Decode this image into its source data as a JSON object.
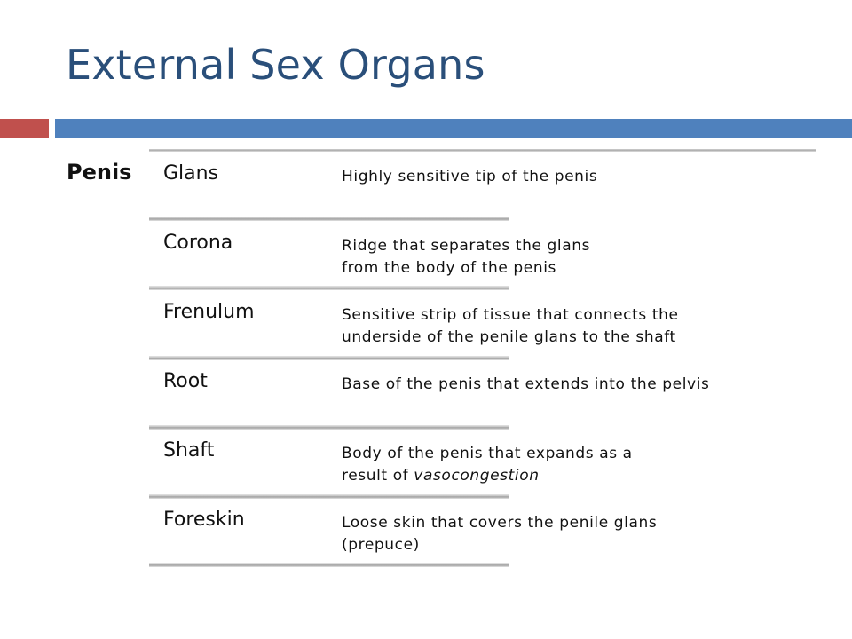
{
  "slide": {
    "title": "External Sex Organs",
    "accent_red": "#c0504d",
    "accent_blue": "#4f81bd",
    "title_color": "#2a4f7a"
  },
  "category": "Penis",
  "rows": [
    {
      "term": "Glans",
      "definition": "Highly sensitive tip of the penis"
    },
    {
      "term": "Corona",
      "definition_line1": "Ridge that separates the glans",
      "definition_line2": "from the body of the penis"
    },
    {
      "term": "Frenulum",
      "definition_line1": "Sensitive strip of tissue that connects the",
      "definition_line2": "underside of the penile glans to the shaft"
    },
    {
      "term": "Root",
      "definition": "Base of the penis that extends into the pelvis"
    },
    {
      "term": "Shaft",
      "definition_line1": "Body of the penis that expands as a",
      "definition_prefix": "result of ",
      "definition_emphasis": "vasocongestion"
    },
    {
      "term": "Foreskin",
      "definition_line1": "Loose skin that covers the penile glans",
      "definition_line2": "(prepuce)"
    }
  ]
}
